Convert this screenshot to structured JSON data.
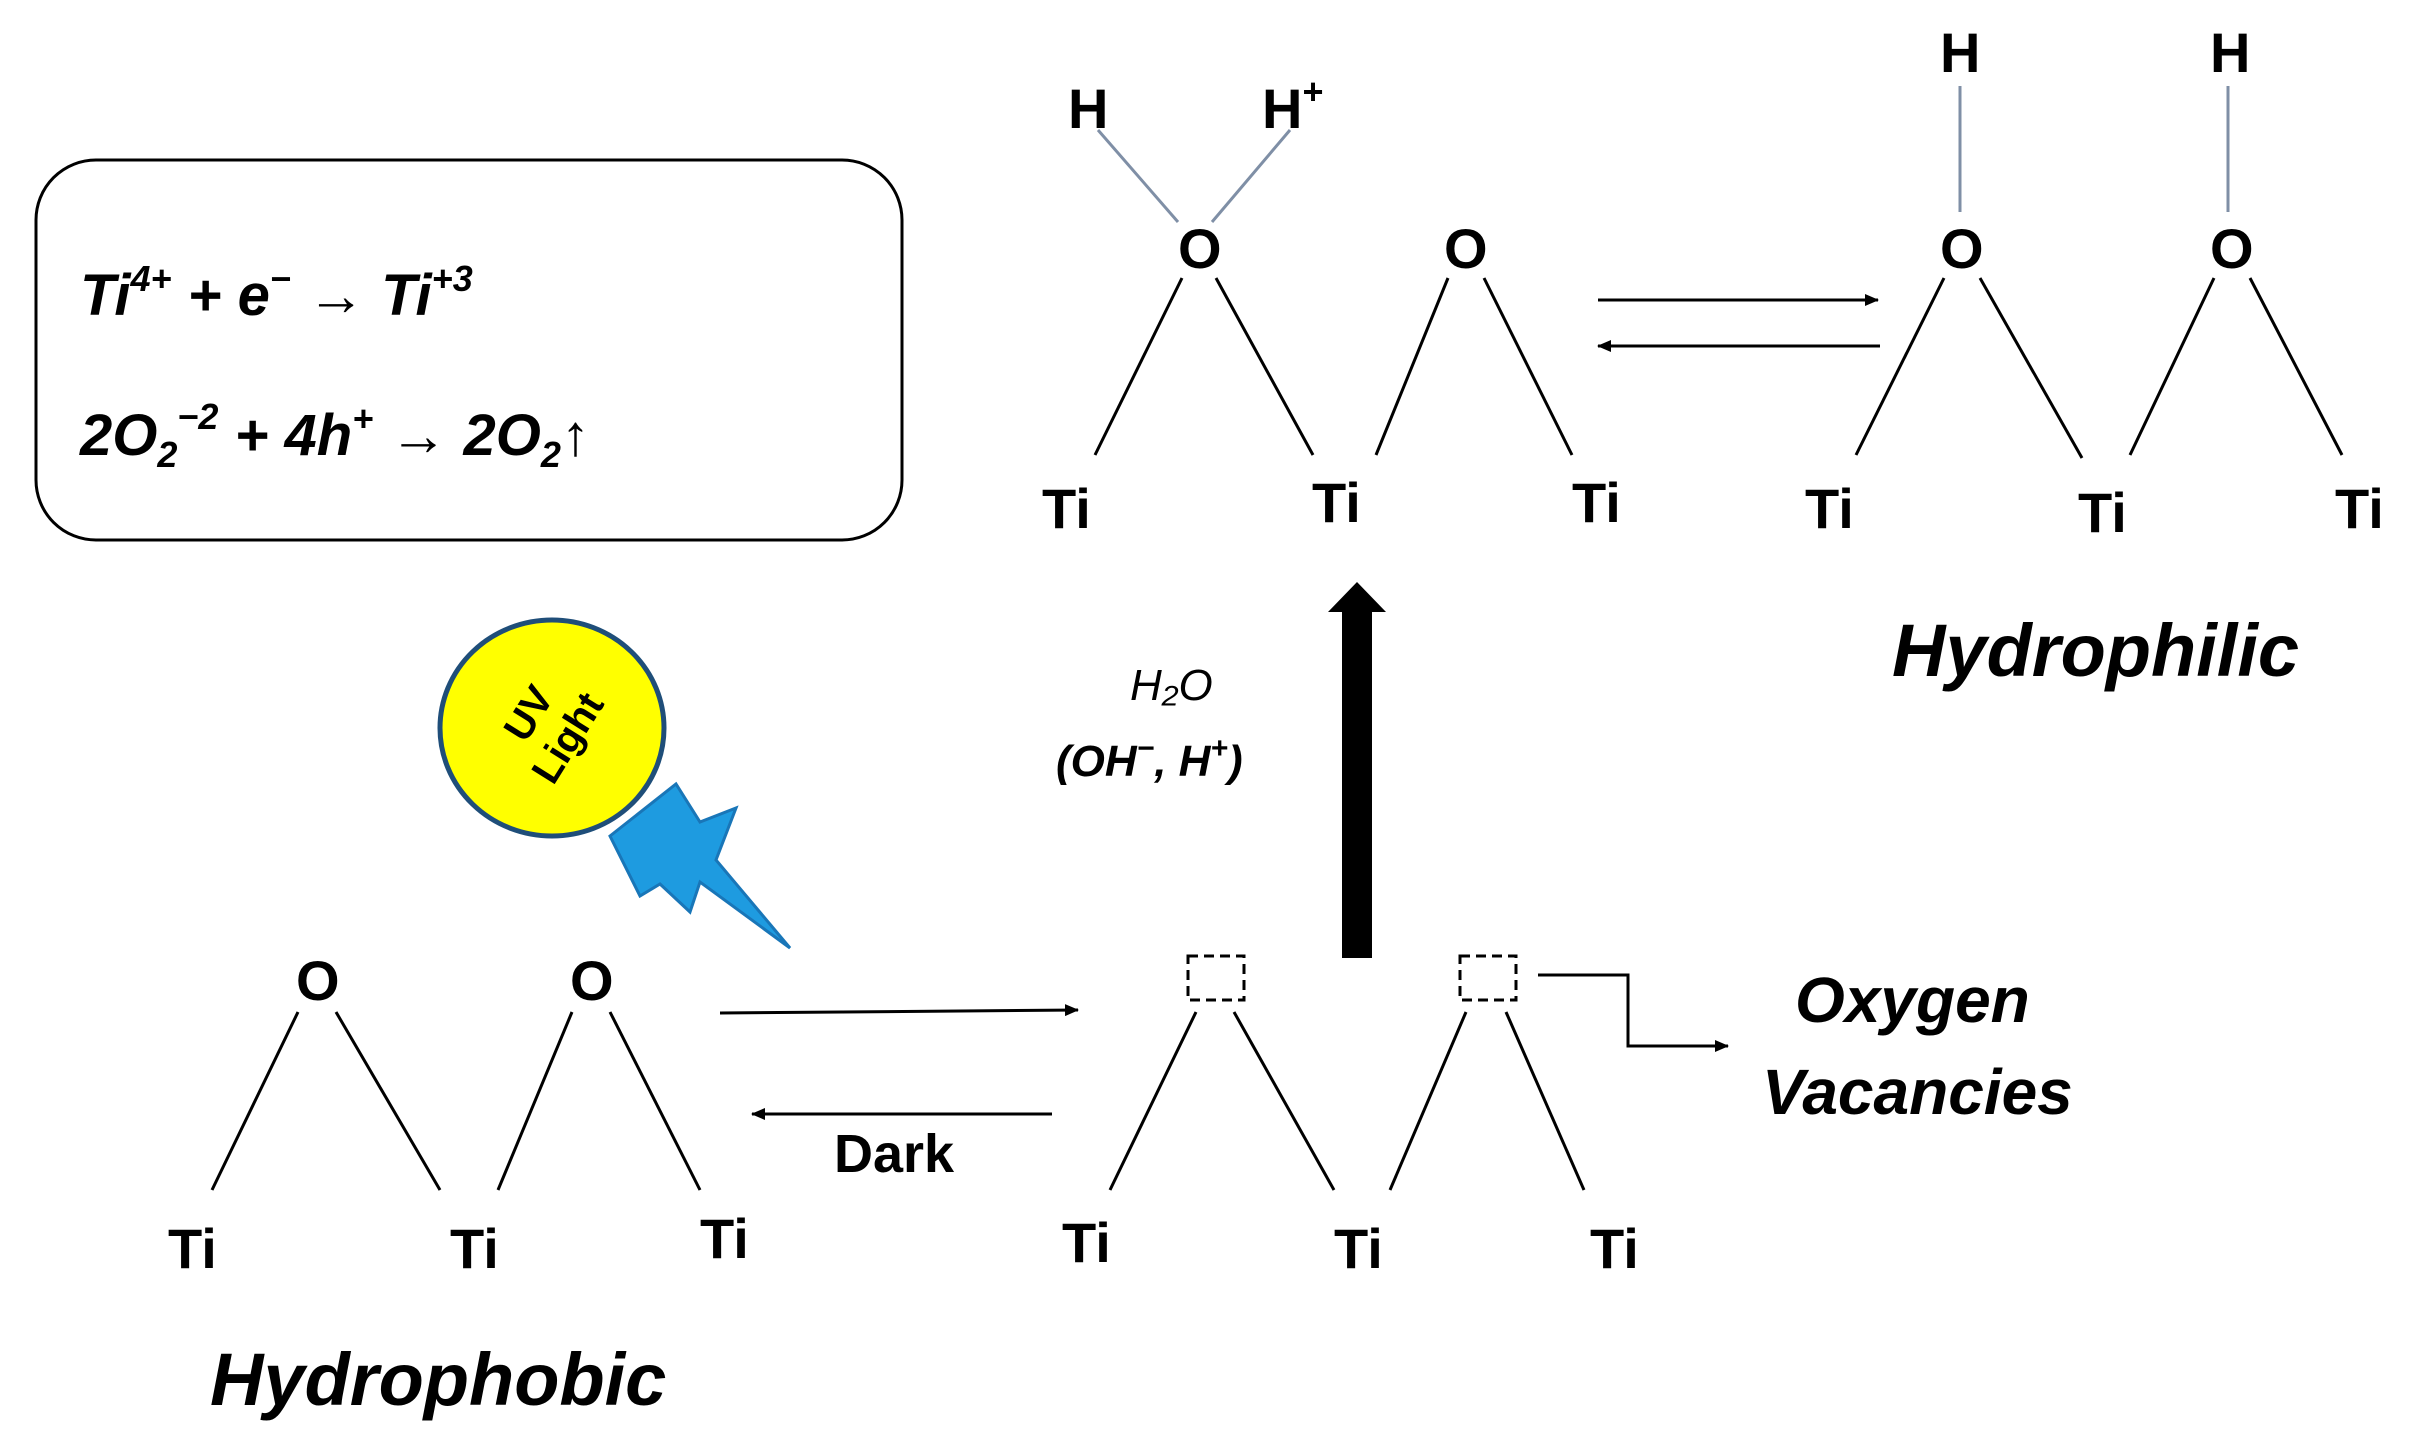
{
  "equations": {
    "eq1": {
      "a": "Ti",
      "a_sup": "4+",
      "b": " + e",
      "b_sup": "−",
      "c": " → Ti",
      "c_sup": "+3"
    },
    "eq2": {
      "a": "2O",
      "a_sub": "2",
      "a_sup": "−2",
      "b": "  + 4h",
      "b_sup": "+",
      "c": "  → 2O",
      "c_sub": "2",
      "d": "↑"
    }
  },
  "atoms": {
    "ti": "Ti",
    "o": "O",
    "h": "H",
    "h_plus": "H",
    "plus": "+"
  },
  "labels": {
    "hydrophobic": "Hydrophobic",
    "hydrophilic": "Hydrophilic",
    "oxygen_vacancies_line1": "Oxygen",
    "oxygen_vacancies_line2": "Vacancies",
    "dark": "Dark",
    "uv_line1": "UV",
    "uv_line2": "Light",
    "water": "H₂O",
    "ions_open": "(OH",
    "ions_minus": "−",
    "ions_mid": ", H",
    "ions_plus": "+",
    "ions_close": ")"
  },
  "colors": {
    "uv_fill": "#ffff00",
    "bolt_fill": "#1e9be0",
    "h_bond": "#7f8fa6"
  }
}
